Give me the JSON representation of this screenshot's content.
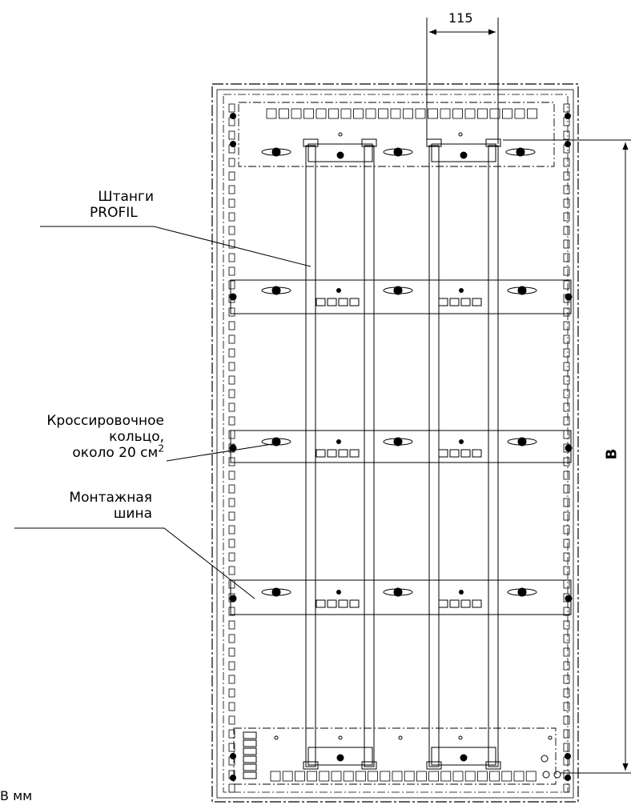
{
  "dimension_width": "115",
  "dimension_height": "B",
  "labels": {
    "rods_line1": "Штанги",
    "rods_line2": "PROFIL",
    "ring_line1": "Кроссировочное",
    "ring_line2": "кольцо,",
    "ring_line3": "около 20 см",
    "ring_sup": "2",
    "rail_line1": "Монтажная",
    "rail_line2": "шина"
  },
  "units_note": "В мм"
}
